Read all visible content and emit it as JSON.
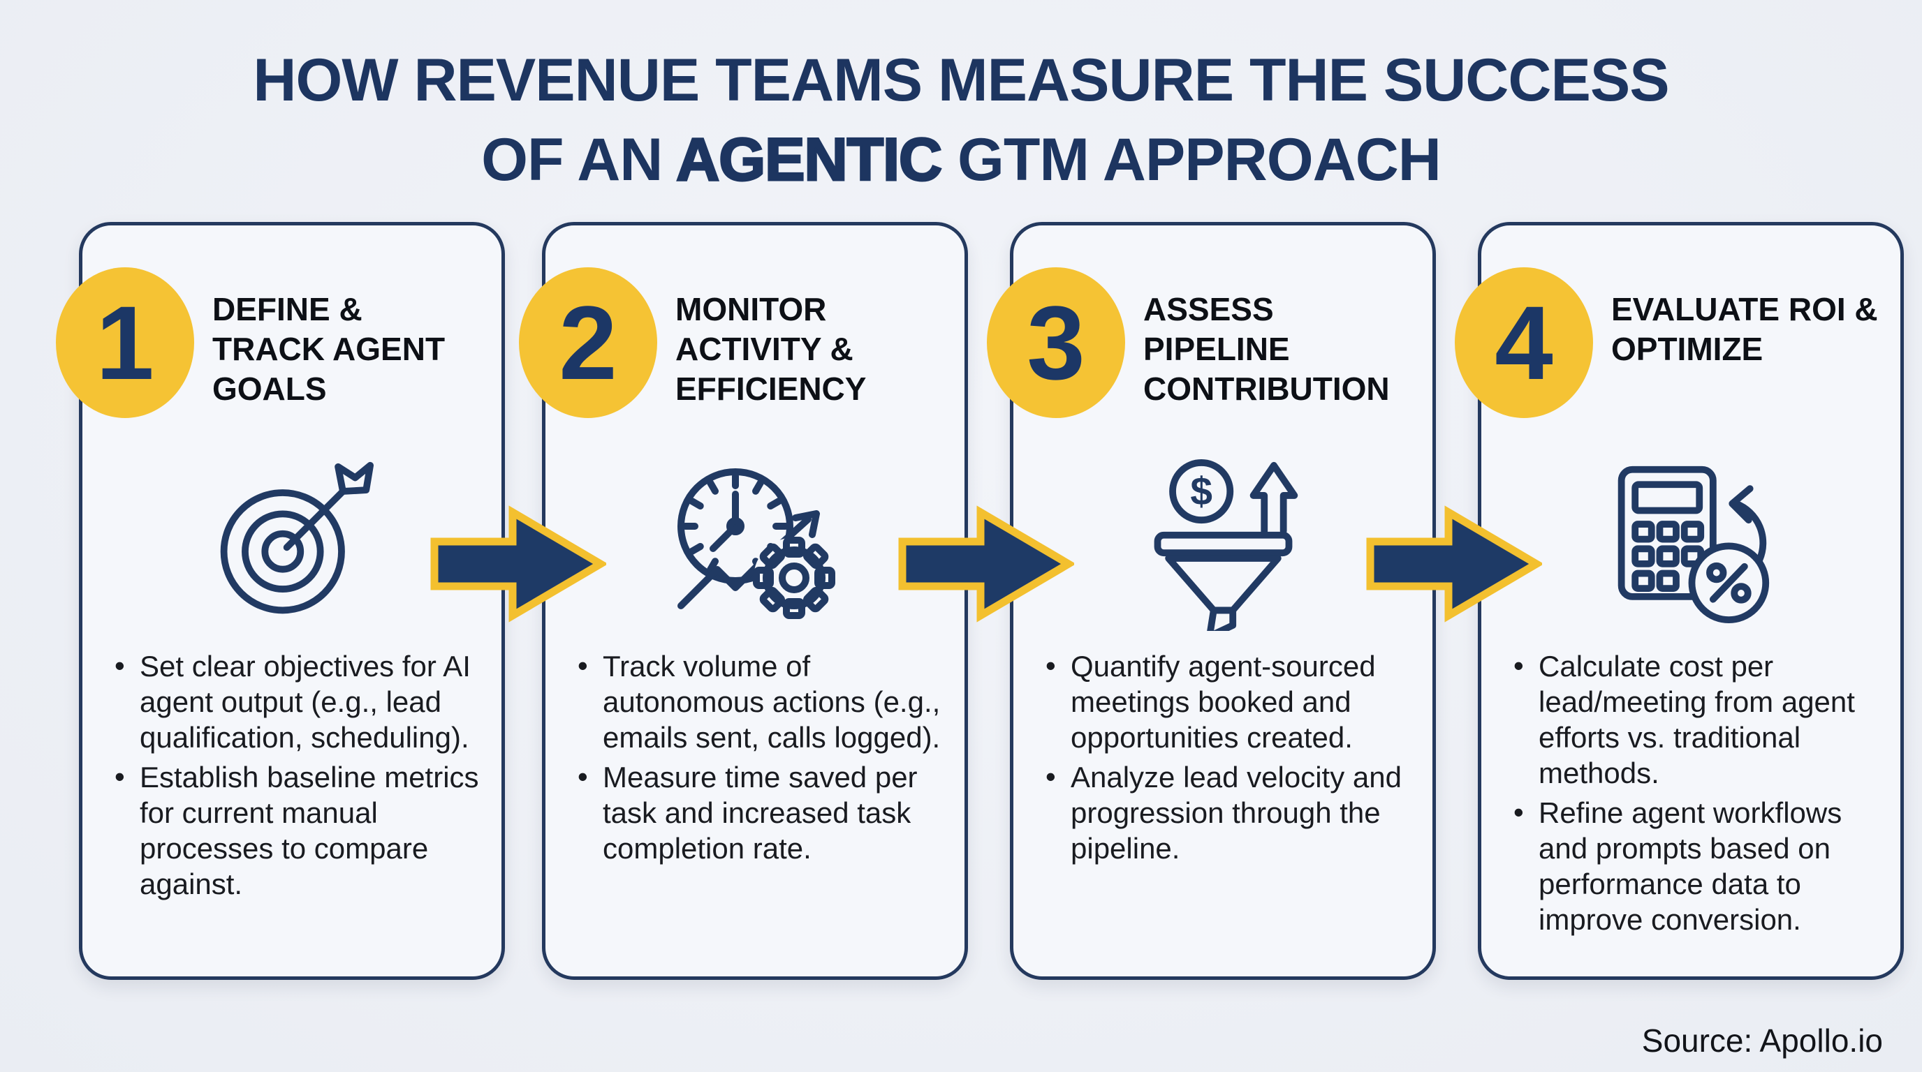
{
  "colors": {
    "navy": "#213a63",
    "title_navy": "#1d3560",
    "yellow": "#f5c334",
    "arrow_fill": "#1e3a66",
    "arrow_border": "#f3c02f",
    "background": "#edf0f5",
    "card_background": "#f5f7fb",
    "heading_text": "#0d1016",
    "body_text": "#191b20"
  },
  "title": {
    "line1": "HOW REVENUE TEAMS MEASURE THE SUCCESS",
    "line2_prefix": "OF AN ",
    "line2_bold": "AGENTIC",
    "line2_suffix": " GTM APPROACH"
  },
  "steps": [
    {
      "number": "1",
      "heading": "DEFINE & TRACK AGENT GOALS",
      "icon": "target-icon",
      "bullets": [
        "Set clear objectives for AI agent output (e.g., lead qualification, scheduling).",
        "Establish baseline metrics for current manual processes to compare against."
      ]
    },
    {
      "number": "2",
      "heading": "MONITOR ACTIVITY & EFFICIENCY",
      "icon": "clock-gear-icon",
      "bullets": [
        "Track volume of autonomous actions (e.g., emails sent, calls logged).",
        "Measure time saved per task and increased task completion rate."
      ]
    },
    {
      "number": "3",
      "heading": "ASSESS PIPELINE CONTRIBUTION",
      "icon": "funnel-icon",
      "bullets": [
        "Quantify agent-sourced meetings booked and opportunities created.",
        "Analyze lead velocity and progression through the pipeline."
      ]
    },
    {
      "number": "4",
      "heading": "EVALUATE ROI & OPTIMIZE",
      "icon": "calculator-roi-icon",
      "bullets": [
        "Calculate cost per lead/meeting from agent efforts vs. traditional methods.",
        "Refine agent workflows and prompts based on performance data to improve conversion."
      ]
    }
  ],
  "glyphs": {
    "dollar": "$"
  },
  "source": "Source: Apollo.io"
}
